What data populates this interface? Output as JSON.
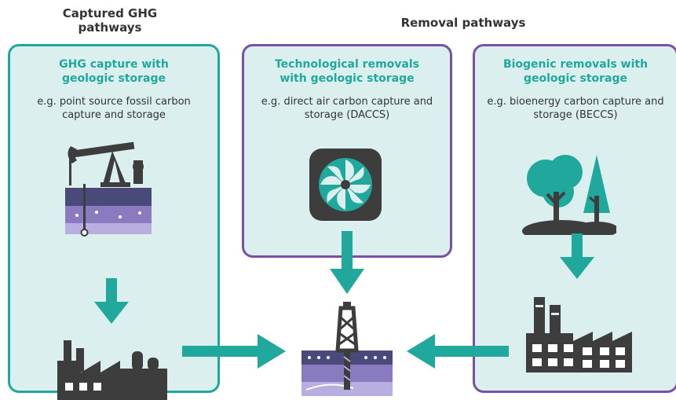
{
  "headings": {
    "captured": "Captured GHG pathways",
    "removal": "Removal pathways"
  },
  "panels": [
    {
      "title": "GHG capture with geologic storage",
      "example": "e.g. point source fossil carbon capture and storage",
      "border_color": "#1fa89b",
      "title_color": "#1fa89b"
    },
    {
      "title": "Technological removals with geologic storage",
      "example": "e.g. direct air carbon capture and storage (DACCS)",
      "border_color": "#7b4fa2",
      "title_color": "#1fa89b"
    },
    {
      "title": "Biogenic removals with geologic storage",
      "example": "e.g. bioenergy carbon capture and storage (BECCS)",
      "border_color": "#7b4fa2",
      "title_color": "#1fa89b"
    }
  ],
  "icons": [
    "oil-pumpjack-icon",
    "industrial-factory-icon",
    "direct-air-capture-fan-icon",
    "trees-icon",
    "bioenergy-factory-icon",
    "geologic-storage-drill-icon"
  ],
  "colors": {
    "teal": "#1fa89b",
    "purple": "#7b4fa2",
    "panel_fill": "#dcefef",
    "dark": "#3d3d3d"
  }
}
